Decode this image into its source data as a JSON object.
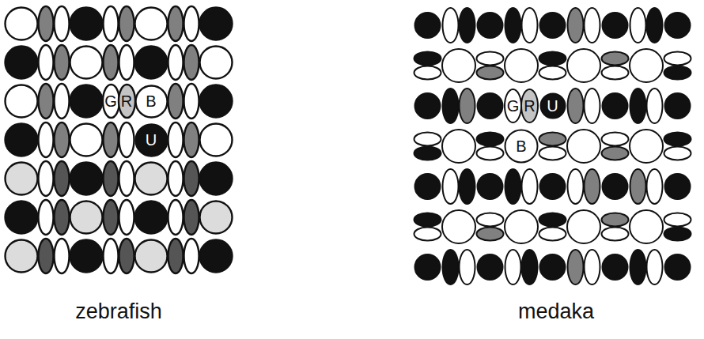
{
  "diagram": {
    "nodes": [
      {
        "text": [
          "G"
        ]
      },
      {
        "text": [
          "R"
        ]
      },
      {
        "text": [
          "B"
        ]
      },
      {
        "text": [
          "U"
        ]
      },
      {
        "text": [
          "G"
        ]
      },
      {
        "text": [
          "R"
        ]
      },
      {
        "text": [
          "U"
        ]
      },
      {
        "text": [
          "B"
        ]
      }
    ],
    "labels": [
      "zebrafish",
      "medaka"
    ]
  }
}
